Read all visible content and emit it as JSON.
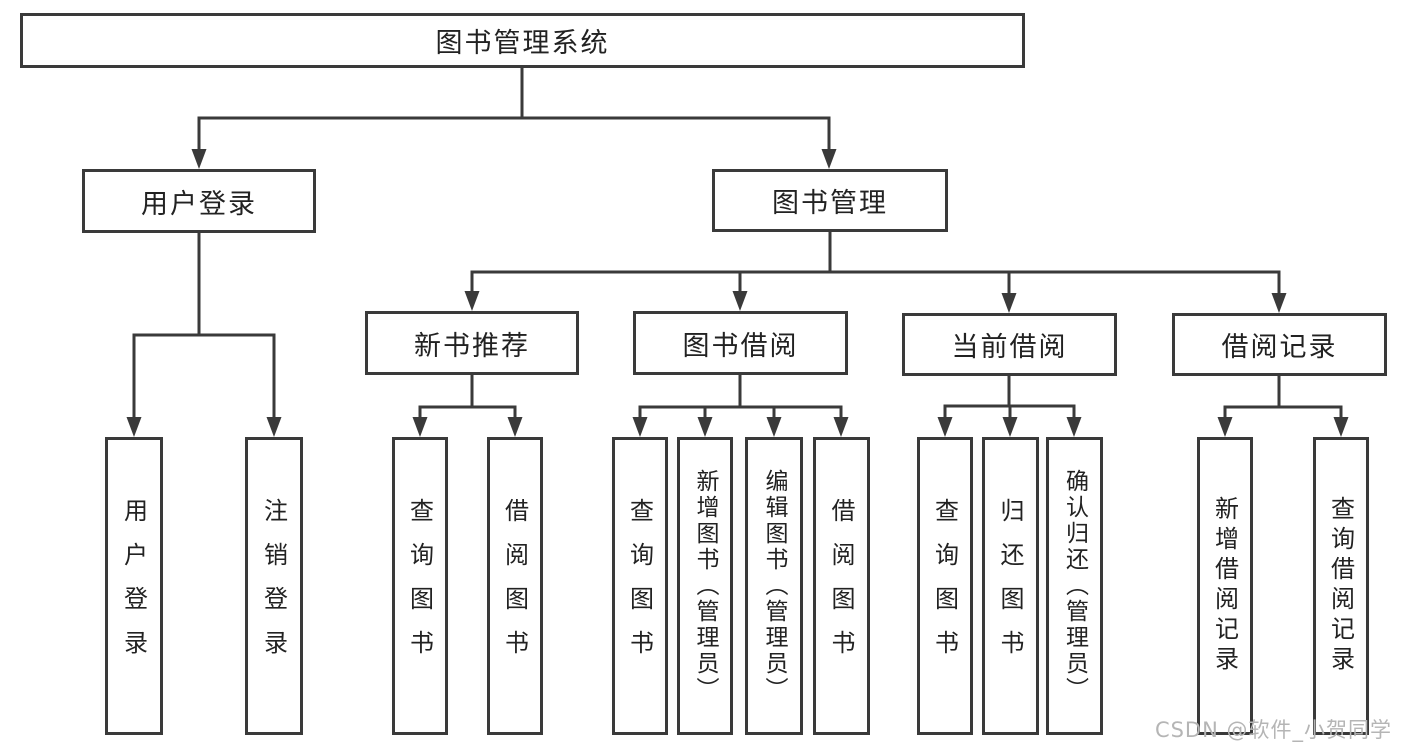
{
  "diagram": {
    "title": "图书管理系统",
    "nodes": [
      {
        "id": "root",
        "parent": null,
        "label": "图书管理系统"
      },
      {
        "id": "user-login",
        "parent": "root",
        "label": "用户登录"
      },
      {
        "id": "book-mgmt",
        "parent": "root",
        "label": "图书管理"
      },
      {
        "id": "ul-login",
        "parent": "user-login",
        "label": "用户登录"
      },
      {
        "id": "ul-logout",
        "parent": "user-login",
        "label": "注销登录"
      },
      {
        "id": "new-book-rec",
        "parent": "book-mgmt",
        "label": "新书推荐"
      },
      {
        "id": "book-borrow",
        "parent": "book-mgmt",
        "label": "图书借阅"
      },
      {
        "id": "current-borrow",
        "parent": "book-mgmt",
        "label": "当前借阅"
      },
      {
        "id": "borrow-record",
        "parent": "book-mgmt",
        "label": "借阅记录"
      },
      {
        "id": "nbr-query",
        "parent": "new-book-rec",
        "label": "查询图书"
      },
      {
        "id": "nbr-borrow",
        "parent": "new-book-rec",
        "label": "借阅图书"
      },
      {
        "id": "bb-query",
        "parent": "book-borrow",
        "label": "查询图书"
      },
      {
        "id": "bb-add",
        "parent": "book-borrow",
        "label": "新增图书（管理员）"
      },
      {
        "id": "bb-edit",
        "parent": "book-borrow",
        "label": "编辑图书（管理员）"
      },
      {
        "id": "bb-borrow",
        "parent": "book-borrow",
        "label": "借阅图书"
      },
      {
        "id": "cb-query",
        "parent": "current-borrow",
        "label": "查询图书"
      },
      {
        "id": "cb-return",
        "parent": "current-borrow",
        "label": "归还图书"
      },
      {
        "id": "cb-confirm",
        "parent": "current-borrow",
        "label": "确认归还（管理员）"
      },
      {
        "id": "br-add",
        "parent": "borrow-record",
        "label": "新增借阅记录"
      },
      {
        "id": "br-query",
        "parent": "borrow-record",
        "label": "查询借阅记录"
      }
    ]
  },
  "watermark": {
    "text": "CSDN @软件_小贺同学"
  },
  "colors": {
    "line": "#3a3a3a",
    "box_border": "#3a3a3a",
    "text": "#222222",
    "watermark": "#b5b5b5",
    "background": "#ffffff"
  }
}
